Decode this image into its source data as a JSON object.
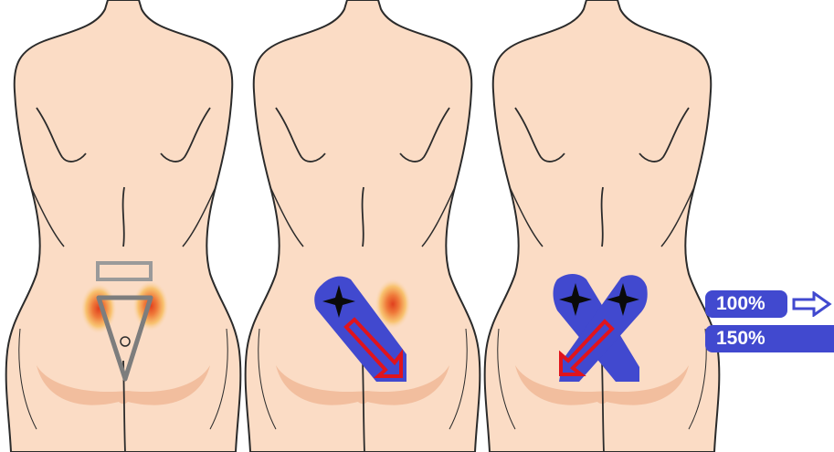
{
  "colors": {
    "skin": "#fbdcc5",
    "outline": "#2b2b2b",
    "kt_tape": "#4149cf",
    "arrow_outline": "#e0141c",
    "marker": "#8a8a8a",
    "pain_core": "#e2522e",
    "pain_halo": "#f7b24c"
  },
  "panels": [
    {
      "name": "panel-1-pain-landmarks"
    },
    {
      "name": "panel-2-single-strip"
    },
    {
      "name": "panel-3-x-strip"
    }
  ],
  "legend": {
    "row1_label": "100%",
    "row1_icon": "outline-right-arrow-icon",
    "row2_label": "150%"
  }
}
